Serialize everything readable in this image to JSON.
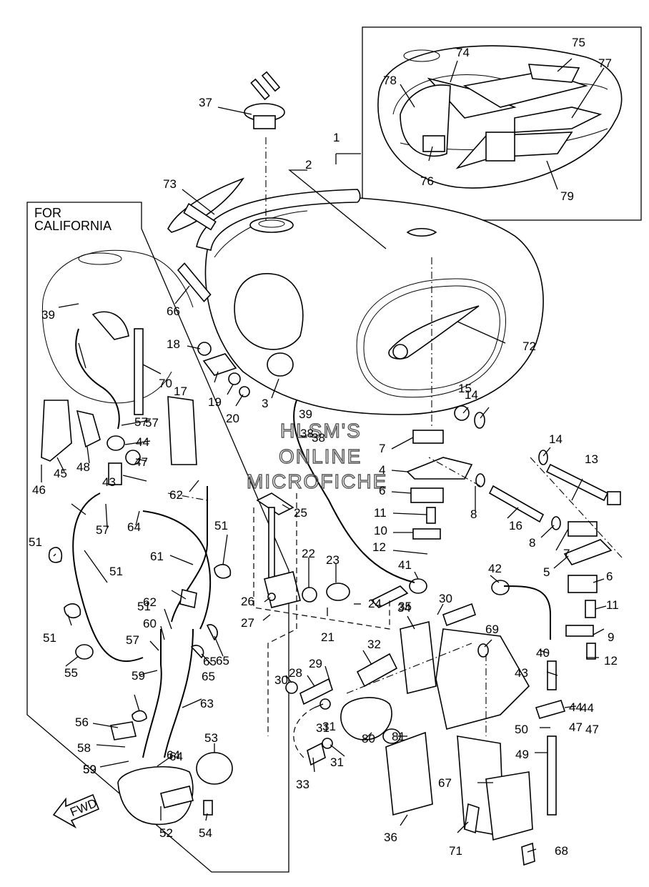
{
  "callouts": [
    "1",
    "2",
    "3",
    "4",
    "5",
    "6",
    "7",
    "8",
    "9",
    "10",
    "11",
    "12",
    "13",
    "14",
    "15",
    "16",
    "17",
    "18",
    "19",
    "20",
    "21",
    "22",
    "23",
    "24",
    "25",
    "26",
    "27",
    "28",
    "29",
    "30",
    "31",
    "32",
    "33",
    "34",
    "35",
    "36",
    "37",
    "38",
    "39",
    "40",
    "41",
    "42",
    "43",
    "44",
    "45",
    "46",
    "47",
    "48",
    "49",
    "50",
    "51",
    "52",
    "53",
    "54",
    "55",
    "56",
    "57",
    "58",
    "59",
    "60",
    "61",
    "62",
    "63",
    "64",
    "65",
    "66",
    "67",
    "68",
    "69",
    "70",
    "71",
    "72",
    "73",
    "74",
    "75",
    "76",
    "77",
    "78",
    "79",
    "80",
    "81"
  ],
  "california_box": {
    "title_line1": "FOR",
    "title_line2": "CALIFORNIA"
  },
  "fwd_arrow": "FWD",
  "watermark": {
    "line1": "HLSM'S",
    "line2": "ONLINE",
    "line3": "MICROFICHE"
  }
}
